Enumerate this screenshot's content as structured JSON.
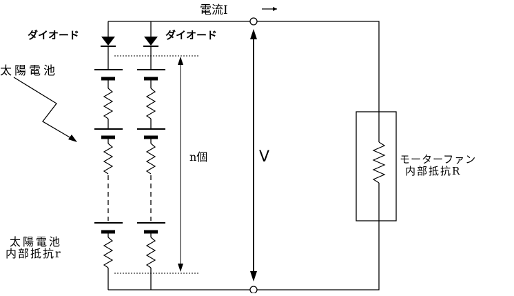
{
  "labels": {
    "current": "電流I",
    "diode_left": "ダイオード",
    "diode_right": "ダイオード",
    "solar_cell": "太陽電池",
    "count": "n個",
    "voltage": "V",
    "motor_line1": "モーターファン",
    "motor_line2": "内部抵抗R",
    "internal_line1": "太陽電池",
    "internal_line2": "内部抵抗r"
  }
}
